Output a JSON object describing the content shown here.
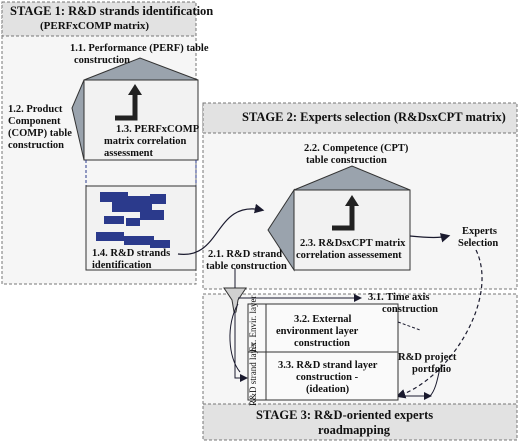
{
  "stage1": {
    "title": "STAGE 1:  R&D strands identification",
    "subtitle": "(PERFxCOMP matrix)",
    "perf_label_1": "1.1. Performance (PERF) table",
    "perf_label_2": "construction",
    "comp_label_1": "1.2. Product",
    "comp_label_2": "Component",
    "comp_label_3": "(COMP) table",
    "comp_label_4": "construction",
    "matrix_label_1": "1.3. PERFxCOMP",
    "matrix_label_2": "matrix correlation",
    "matrix_label_3": "assessment",
    "strands_label_1": "1.4. R&D strands",
    "strands_label_2": "identification"
  },
  "stage2": {
    "title": "STAGE 2: Experts selection (R&DsxCPT matrix)",
    "cpt_label_1": "2.2. Competence (CPT)",
    "cpt_label_2": "table construction",
    "strand_table_1": "2.1. R&D strand",
    "strand_table_2": "table construction",
    "matrix_label_1": "2.3. R&DsxCPT matrix",
    "matrix_label_2": "correlation assessement",
    "experts_1": "Experts",
    "experts_2": "Selection"
  },
  "stage3": {
    "title_1": "STAGE 3: R&D-oriented experts",
    "title_2": "roadmapping",
    "time_axis_1": "3.1. Time axis",
    "time_axis_2": "construction",
    "ext_env_1": "3.2. External",
    "ext_env_2": "environment layer",
    "ext_env_3": "construction",
    "ext_cell_1": "Ex. Envir.",
    "ext_cell_2": "layer",
    "strand_cell_1": "R&D strand",
    "strand_cell_2": "layer",
    "strand_layer_1": "3.3. R&D strand layer",
    "strand_layer_2": "construction -",
    "strand_layer_3": "(ideation)",
    "portfolio_1": "R&D project",
    "portfolio_2": "portfolio"
  },
  "colors": {
    "stage_fill": "#e8e8e8",
    "stage_border": "#777777",
    "house_fill": "#9aa3ad",
    "matrix_fill": "#f0f0f0",
    "strand_blue": "#2b3a8c",
    "connector": "#1a1a2e"
  }
}
